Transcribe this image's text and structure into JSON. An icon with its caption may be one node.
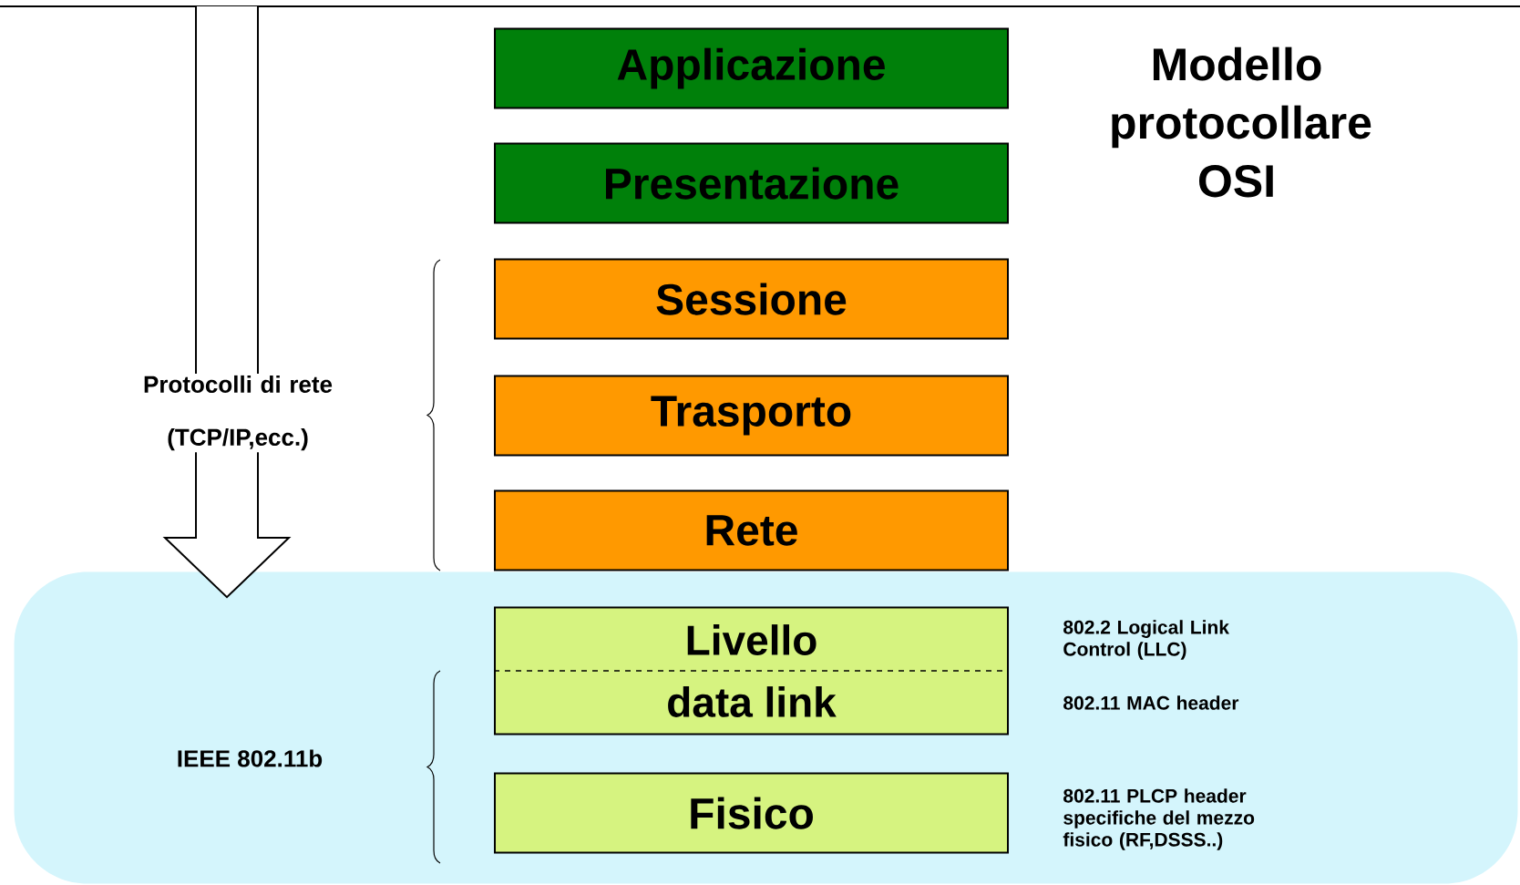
{
  "diagram": {
    "title": "Modello protocollare OSI",
    "nodes": [
      {
        "text": [
          "Applicazione"
        ]
      },
      {
        "text": [
          "Presentazione"
        ]
      },
      {
        "text": [
          "Sessione"
        ]
      },
      {
        "text": [
          "Trasporto"
        ]
      },
      {
        "text": [
          "Rete"
        ]
      },
      {
        "text": [],
        "shape": "box"
      },
      {
        "text": [
          "Livello data link"
        ],
        "in": 5,
        "beside": [
          "802.2 Logical Link Control (LLC)",
          "802.11 MAC header"
        ]
      },
      {
        "text": [
          "Fisico"
        ],
        "in": 5,
        "beside": [
          "802.11 PLCP header specifiche del mezzo fisico (RF,DSSS..)"
        ]
      }
    ],
    "edges": [
      {
        "from": null,
        "to": 5,
        "arrow": "to"
      }
    ],
    "labels": [
      "Protocolli di rete (TCP/IP,ecc.)",
      "IEEE 802.11b"
    ]
  }
}
